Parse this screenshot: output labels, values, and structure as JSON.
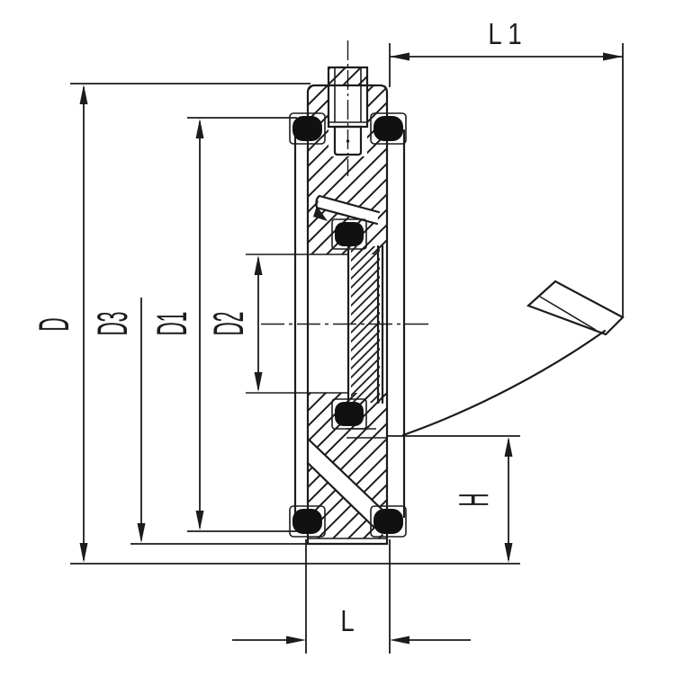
{
  "drawing": {
    "description": "Wafer check valve technical cross-section with dimension callouts",
    "labels": {
      "d": "D",
      "d3": "D3",
      "d1": "D1",
      "d2": "D2",
      "l1": "L 1",
      "h": "H",
      "l": "L"
    },
    "colors": {
      "background": "#ffffff",
      "line": "#1c1c1c",
      "seal": "#111111"
    }
  }
}
